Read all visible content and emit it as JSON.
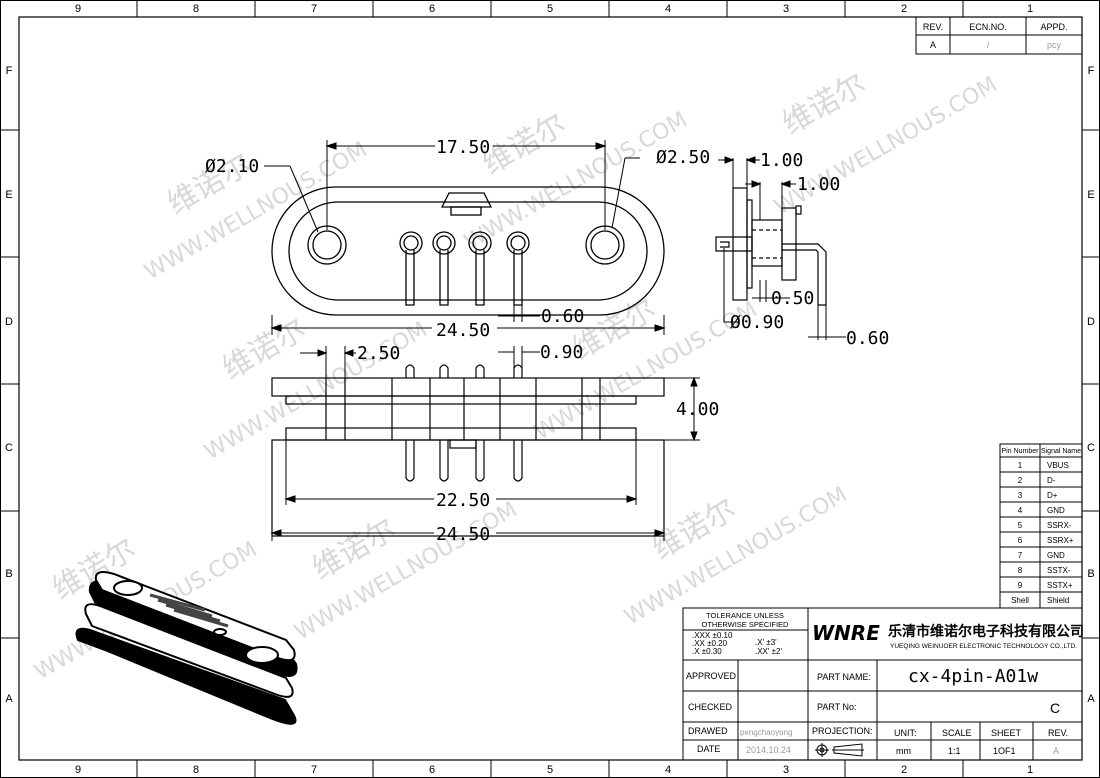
{
  "frame": {
    "columns": [
      "9",
      "8",
      "7",
      "6",
      "5",
      "4",
      "3",
      "2",
      "1"
    ],
    "rows": [
      "F",
      "E",
      "D",
      "C",
      "B",
      "A"
    ]
  },
  "revision_table": {
    "headers": [
      "REV.",
      "ECN.NO.",
      "APPD."
    ],
    "row": [
      "A",
      "/",
      "pcy"
    ]
  },
  "dimensions": {
    "top_view": {
      "hole_left": "Ø2.10",
      "hole_right": "Ø2.50",
      "pitch": "17.50",
      "overall": "24.50",
      "pin": "0.60"
    },
    "side_view": {
      "d1": "1.00",
      "d2": "1.00",
      "d3": "0.50",
      "d4": "Ø0.90",
      "d5": "0.60"
    },
    "front_view": {
      "d1": "2.50",
      "d2": "0.90",
      "height": "4.00",
      "inner": "22.50",
      "overall": "24.50"
    }
  },
  "pin_table": {
    "headers": [
      "Pin Number",
      "Signal Name"
    ],
    "rows": [
      [
        "1",
        "VBUS"
      ],
      [
        "2",
        "D-"
      ],
      [
        "3",
        "D+"
      ],
      [
        "4",
        "GND"
      ],
      [
        "5",
        "SSRX-"
      ],
      [
        "6",
        "SSRX+"
      ],
      [
        "7",
        "GND"
      ],
      [
        "8",
        "SSTX-"
      ],
      [
        "9",
        "SSTX+"
      ],
      [
        "Shell",
        "Shield"
      ]
    ]
  },
  "watermark": {
    "cn": "维诺尔",
    "en": "WWW.WELLNOUS.COM"
  },
  "title_block": {
    "tolerance_title_1": "TOLERANCE  UNLESS",
    "tolerance_title_2": "OTHERWISE  SPECIFIED",
    "tol_xxx": ".XXX  ±0.10",
    "tol_xx": ".XX    ±0.20",
    "tol_x": ".X       ±0.30",
    "tol_ang1": ".X'      ±3'",
    "tol_ang2": ".XX'     ±2'",
    "logo": "WNRE",
    "company_cn": "乐清市维诺尔电子科技有限公司",
    "company_en": "YUEQING WEINUOER ELECTRONIC TECHNOLOGY CO.,LTD.",
    "approved_label": "APPROVED",
    "checked_label": "CHECKED",
    "drawed_label": "DRAWED",
    "drawer": "pengchaoyong",
    "date_label": "DATE",
    "date": "2014.10.24",
    "part_name_label": "PART NAME:",
    "part_name": "cx-4pin-A01w",
    "part_no_label": "PART No:",
    "part_no": "C",
    "projection_label": "PROJECTION:",
    "unit_label": "UNIT:",
    "unit": "mm",
    "scale_label": "SCALE",
    "scale": "1:1",
    "sheet_label": "SHEET",
    "sheet": "1OF1",
    "rev_label": "REV.",
    "rev": "A"
  }
}
